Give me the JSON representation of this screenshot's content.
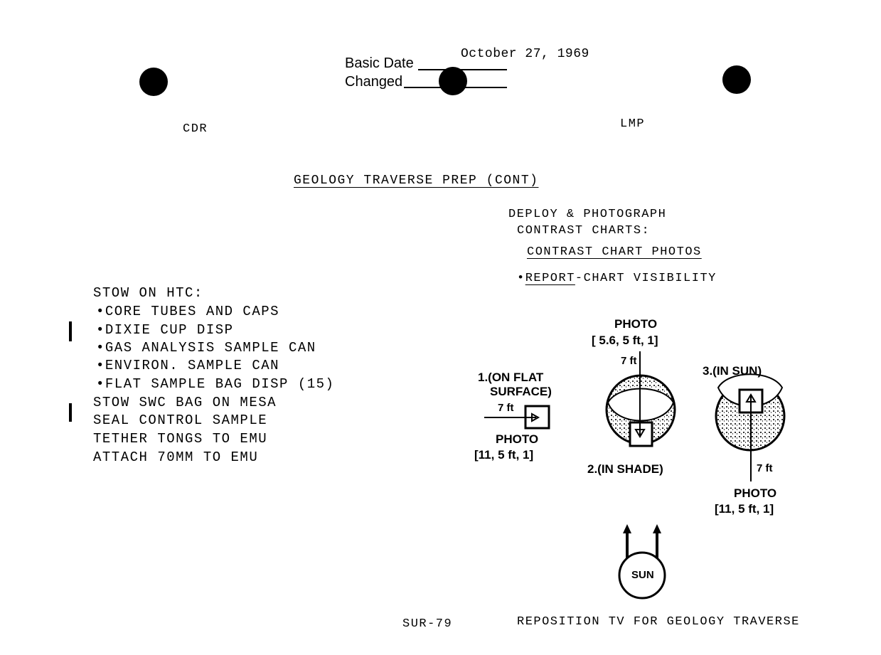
{
  "header": {
    "basic_date_label": "Basic Date",
    "basic_date_value": "October 27, 1969",
    "changed_label": "Changed"
  },
  "columns": {
    "left": "CDR",
    "right": "LMP"
  },
  "section_title": "GEOLOGY TRAVERSE PREP (CONT)",
  "lmp": {
    "deploy_line1": "DEPLOY & PHOTOGRAPH",
    "deploy_line2": "CONTRAST CHARTS:",
    "subheading": "CONTRAST CHART PHOTOS",
    "report_underlined": "REPORT",
    "report_rest": "-CHART VISIBILITY"
  },
  "cdr": {
    "items": [
      "STOW ON HTC:",
      "•CORE TUBES AND CAPS",
      "•DIXIE CUP DISP",
      "•GAS ANALYSIS SAMPLE CAN",
      "•ENVIRON. SAMPLE CAN",
      "•FLAT SAMPLE BAG DISP (15)",
      "STOW SWC BAG ON MESA",
      "SEAL CONTROL SAMPLE",
      "TETHER TONGS TO EMU",
      "ATTACH 70MM TO EMU"
    ]
  },
  "diagram": {
    "pos1_line1": "1.(ON FLAT",
    "pos1_line2": "SURFACE)",
    "pos1_distance": "7 ft",
    "pos1_photo": "PHOTO",
    "pos1_settings": "[11, 5 ft, 1]",
    "pos2_photo": "PHOTO",
    "pos2_settings": "[ 5.6, 5 ft, 1]",
    "pos2_distance": "7 ft",
    "pos2_label": "2.(IN SHADE)",
    "pos3_label": "3.(IN SUN)",
    "pos3_distance": "7 ft",
    "pos3_photo": "PHOTO",
    "pos3_settings": "[11, 5 ft, 1]",
    "sun": "SUN"
  },
  "footer": {
    "page_id": "SUR-79",
    "note": "REPOSITION TV FOR GEOLOGY TRAVERSE"
  }
}
